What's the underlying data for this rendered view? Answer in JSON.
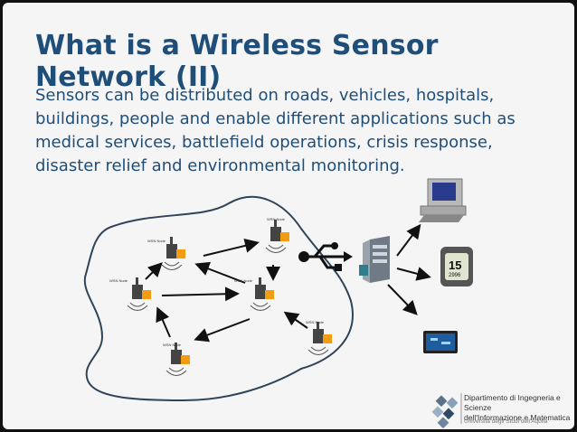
{
  "slide": {
    "title": "What is a Wireless Sensor Network (II)",
    "body": "Sensors can be distributed on roads, vehicles, hospitals, buildings, people and enable different applications such as medical services, battlefield operations, crisis response, disaster relief and environmental monitoring.",
    "node_label": "WSN Node"
  },
  "footer": {
    "dept_line1": "Dipartimento di Ingegneria e Scienze",
    "dept_line2": "dell'Informazione e Matematica",
    "university": "Università degli Studi dell'Aquila"
  },
  "devices": {
    "watch_time": "15",
    "watch_value": "2996"
  },
  "colors": {
    "title": "#1f4e79",
    "accent": "#f39c12"
  }
}
